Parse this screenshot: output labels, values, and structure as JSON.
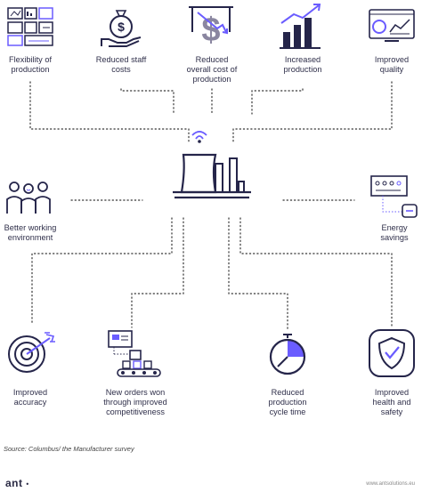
{
  "top_benefits": [
    {
      "label": "Flexibility of\nproduction",
      "icon": "dashboard-icon"
    },
    {
      "label": "Reduced staff\ncosts",
      "icon": "money-hand-icon"
    },
    {
      "label": "Reduced\noverall cost of\nproduction",
      "icon": "dollar-down-icon"
    },
    {
      "label": "Increased\nproduction",
      "icon": "growth-chart-icon"
    },
    {
      "label": "Improved\nquality",
      "icon": "quality-monitor-icon"
    }
  ],
  "side_benefits": {
    "left": {
      "label": "Better working\nenvironment",
      "icon": "team-icon"
    },
    "right": {
      "label": "Energy\nsavings",
      "icon": "energy-panel-icon"
    }
  },
  "bottom_benefits": [
    {
      "label": "Improved\naccuracy",
      "icon": "target-icon"
    },
    {
      "label": "New orders won\nthrough improved\ncompetitiveness",
      "icon": "orders-conveyor-icon"
    },
    {
      "label": "Reduced\nproduction\ncycle time",
      "icon": "stopwatch-icon"
    },
    {
      "label": "Improved\nhealth and\nsafety",
      "icon": "shield-check-icon"
    }
  ],
  "center": {
    "icon": "smart-factory-icon"
  },
  "source": "Source: Columbus/ the Manufacturer survey",
  "brand": "ant",
  "website": "www.antsolutions.eu",
  "colors": {
    "navy": "#25254a",
    "accent": "#6a5cff",
    "dots": "#333333"
  }
}
